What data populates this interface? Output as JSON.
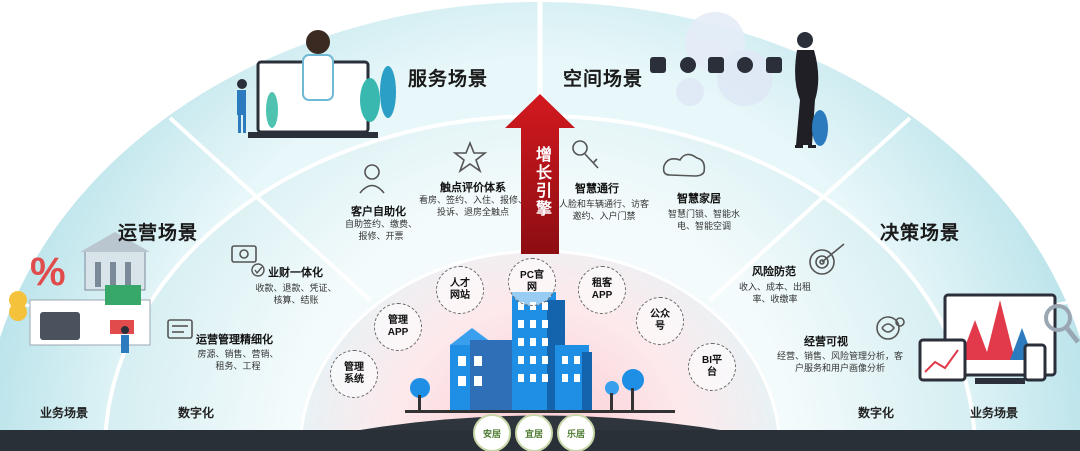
{
  "sectors": {
    "service": "服务场景",
    "space": "空间场景",
    "operation": "运营场景",
    "decision": "决策场景"
  },
  "arrow_text": "增长引擎",
  "items": {
    "self_service": {
      "title": "客户自助化",
      "desc": "自助签约、缴费、报修、开票"
    },
    "touchpoint": {
      "title": "触点评价体系",
      "desc": "看房、签约、入住、报修、投诉、退房全触点"
    },
    "smart_access": {
      "title": "智慧通行",
      "desc": "人脸和车辆通行、访客邀约、入户门禁"
    },
    "smart_home": {
      "title": "智慧家居",
      "desc": "智慧门锁、智能水电、智能空调"
    },
    "finance": {
      "title": "业财一体化",
      "desc": "收款、退款、凭证、核算、结账"
    },
    "ops_refine": {
      "title": "运营管理精细化",
      "desc": "房源、销售、营销、租务、工程"
    },
    "risk": {
      "title": "风险防范",
      "desc": "收入、成本、出租率、收缴率"
    },
    "visual": {
      "title": "经营可视",
      "desc": "经营、销售、风险管理分析，客户服务和用户画像分析"
    }
  },
  "bubbles": {
    "mgmt_system": "管理系统",
    "mgmt_app": "管理APP",
    "talent_site": "人才网站",
    "pc_site": "PC官网",
    "tenant_app": "租客APP",
    "official_account": "公众号",
    "bi": "BI平台"
  },
  "ring_labels": {
    "left_outer": "业务场景",
    "left_inner": "数字化",
    "right_inner": "数字化",
    "right_outer": "业务场景"
  },
  "seals": [
    "安居",
    "宜居",
    "乐居"
  ],
  "icons": [
    "person-icon",
    "star-icon",
    "key-icon",
    "cloud-icon",
    "money-icon",
    "card-icon",
    "target-icon",
    "brain-icon"
  ],
  "colors": {
    "outer_ring": "#c7e9ee",
    "mid_ring": "#e3f4f6",
    "inner_ring": "#d0eef1",
    "center": "#fbe8ea",
    "arrow": "#c3161c",
    "building": "#1e90e6",
    "base": "#3a3f47"
  }
}
